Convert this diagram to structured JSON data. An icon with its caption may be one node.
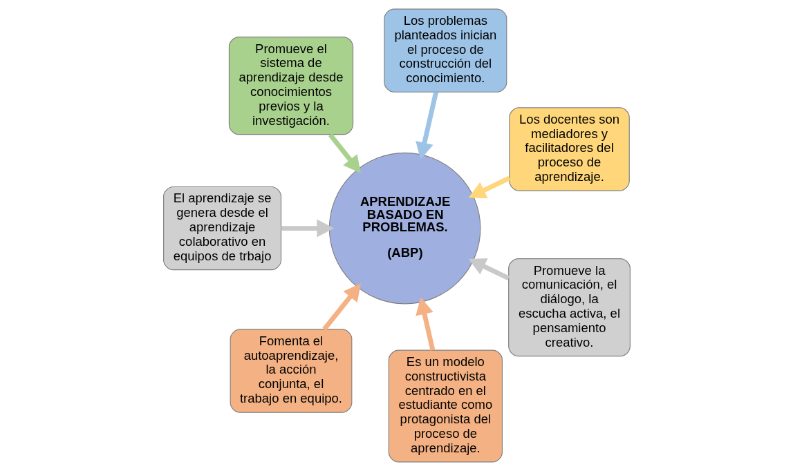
{
  "diagram": {
    "nodes": [
      {
        "text": [
          "Los docentes son mediadores y facilitadores del proceso de aprendizaje."
        ]
      },
      {
        "text": [
          "Los problemas planteados inician el proceso de construcción del conocimiento."
        ]
      },
      {
        "text": [
          "Promueve el sistema de aprendizaje desde conocimientos previos y la investigación."
        ]
      },
      {
        "text": [
          "El aprendizaje se genera desde el aprendizaje colaborativo en equipos de trbajo"
        ]
      },
      {
        "text": [
          "Fomenta el autoaprendizaje, la acción conjunta, el trabajo en equipo."
        ]
      },
      {
        "text": [
          "Es un modelo constructivista centrado en el estudiante como protagonista del proceso de aprendizaje."
        ]
      },
      {
        "text": [
          "APRENDIZAJE BASADO EN PROBLEMAS.",
          "(ABP)"
        ]
      },
      {
        "text": [
          "Promueve la comunicación, el diálogo, la escucha activa, el pensamiento creativo."
        ]
      }
    ],
    "edges": [
      {
        "from": 0,
        "to": 6,
        "arrow": "to",
        "color": "#ffd77a"
      },
      {
        "from": 1,
        "to": 6,
        "arrow": "to",
        "color": "#9dc3e6"
      },
      {
        "from": 2,
        "to": 6,
        "arrow": "to",
        "color": "#a9d18e"
      },
      {
        "from": 3,
        "to": 6,
        "arrow": "to",
        "color": "#c9c9c9"
      },
      {
        "from": 4,
        "to": 6,
        "arrow": "to",
        "color": "#f4b183"
      },
      {
        "from": 5,
        "to": 6,
        "arrow": "to",
        "color": "#f4b183"
      },
      {
        "from": 7,
        "to": 6,
        "arrow": "to",
        "color": "#c9c9c9"
      }
    ]
  }
}
